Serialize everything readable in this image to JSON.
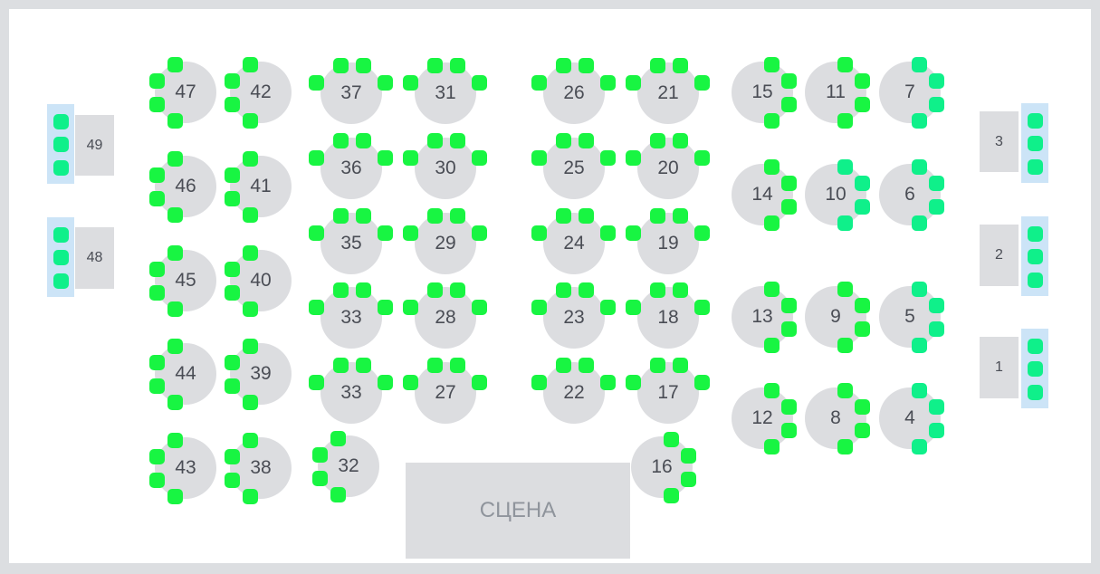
{
  "stage_label": "СЦЕНА",
  "colors": {
    "seat_available": "#18f542",
    "seat_available_alt": "#0ff08a",
    "table": "#dcdde0",
    "booth": "#cce4f7"
  },
  "round_tables": [
    {
      "label": "47",
      "style": "L",
      "seat_color": "green"
    },
    {
      "label": "42",
      "style": "L",
      "seat_color": "green"
    },
    {
      "label": "46",
      "style": "L",
      "seat_color": "green"
    },
    {
      "label": "41",
      "style": "L",
      "seat_color": "green"
    },
    {
      "label": "45",
      "style": "L",
      "seat_color": "green"
    },
    {
      "label": "40",
      "style": "L",
      "seat_color": "green"
    },
    {
      "label": "44",
      "style": "L",
      "seat_color": "green"
    },
    {
      "label": "39",
      "style": "L",
      "seat_color": "green"
    },
    {
      "label": "43",
      "style": "L",
      "seat_color": "green"
    },
    {
      "label": "38",
      "style": "L",
      "seat_color": "green"
    },
    {
      "label": "37",
      "style": "T",
      "seat_color": "green"
    },
    {
      "label": "31",
      "style": "T",
      "seat_color": "green"
    },
    {
      "label": "36",
      "style": "T",
      "seat_color": "green"
    },
    {
      "label": "30",
      "style": "T",
      "seat_color": "green"
    },
    {
      "label": "35",
      "style": "T",
      "seat_color": "green"
    },
    {
      "label": "29",
      "style": "T",
      "seat_color": "green"
    },
    {
      "label": "33",
      "style": "T",
      "seat_color": "green"
    },
    {
      "label": "28",
      "style": "T",
      "seat_color": "green"
    },
    {
      "label": "33",
      "style": "T",
      "seat_color": "green"
    },
    {
      "label": "27",
      "style": "T",
      "seat_color": "green"
    },
    {
      "label": "32",
      "style": "L",
      "seat_color": "green"
    },
    {
      "label": "26",
      "style": "T",
      "seat_color": "green"
    },
    {
      "label": "21",
      "style": "T",
      "seat_color": "green"
    },
    {
      "label": "25",
      "style": "T",
      "seat_color": "green"
    },
    {
      "label": "20",
      "style": "T",
      "seat_color": "green"
    },
    {
      "label": "24",
      "style": "T",
      "seat_color": "green"
    },
    {
      "label": "19",
      "style": "T",
      "seat_color": "green"
    },
    {
      "label": "23",
      "style": "T",
      "seat_color": "green"
    },
    {
      "label": "18",
      "style": "T",
      "seat_color": "green"
    },
    {
      "label": "22",
      "style": "T",
      "seat_color": "green"
    },
    {
      "label": "17",
      "style": "T",
      "seat_color": "green"
    },
    {
      "label": "16",
      "style": "R",
      "seat_color": "green"
    },
    {
      "label": "15",
      "style": "R",
      "seat_color": "green"
    },
    {
      "label": "11",
      "style": "R",
      "seat_color": "green"
    },
    {
      "label": "7",
      "style": "R",
      "seat_color": "mint"
    },
    {
      "label": "14",
      "style": "R",
      "seat_color": "green"
    },
    {
      "label": "10",
      "style": "R",
      "seat_color": "mint"
    },
    {
      "label": "6",
      "style": "R",
      "seat_color": "mint"
    },
    {
      "label": "13",
      "style": "R",
      "seat_color": "green"
    },
    {
      "label": "9",
      "style": "R",
      "seat_color": "green"
    },
    {
      "label": "5",
      "style": "R",
      "seat_color": "mint"
    },
    {
      "label": "12",
      "style": "R",
      "seat_color": "green"
    },
    {
      "label": "8",
      "style": "R",
      "seat_color": "green"
    },
    {
      "label": "4",
      "style": "R",
      "seat_color": "mint"
    }
  ],
  "booths": [
    {
      "label": "49",
      "side": "left",
      "seats": 3,
      "seat_color": "mint"
    },
    {
      "label": "48",
      "side": "left",
      "seats": 3,
      "seat_color": "mint"
    },
    {
      "label": "3",
      "side": "right",
      "seats": 3,
      "seat_color": "mint"
    },
    {
      "label": "2",
      "side": "right",
      "seats": 3,
      "seat_color": "mint"
    },
    {
      "label": "1",
      "side": "right",
      "seats": 3,
      "seat_color": "mint"
    }
  ]
}
